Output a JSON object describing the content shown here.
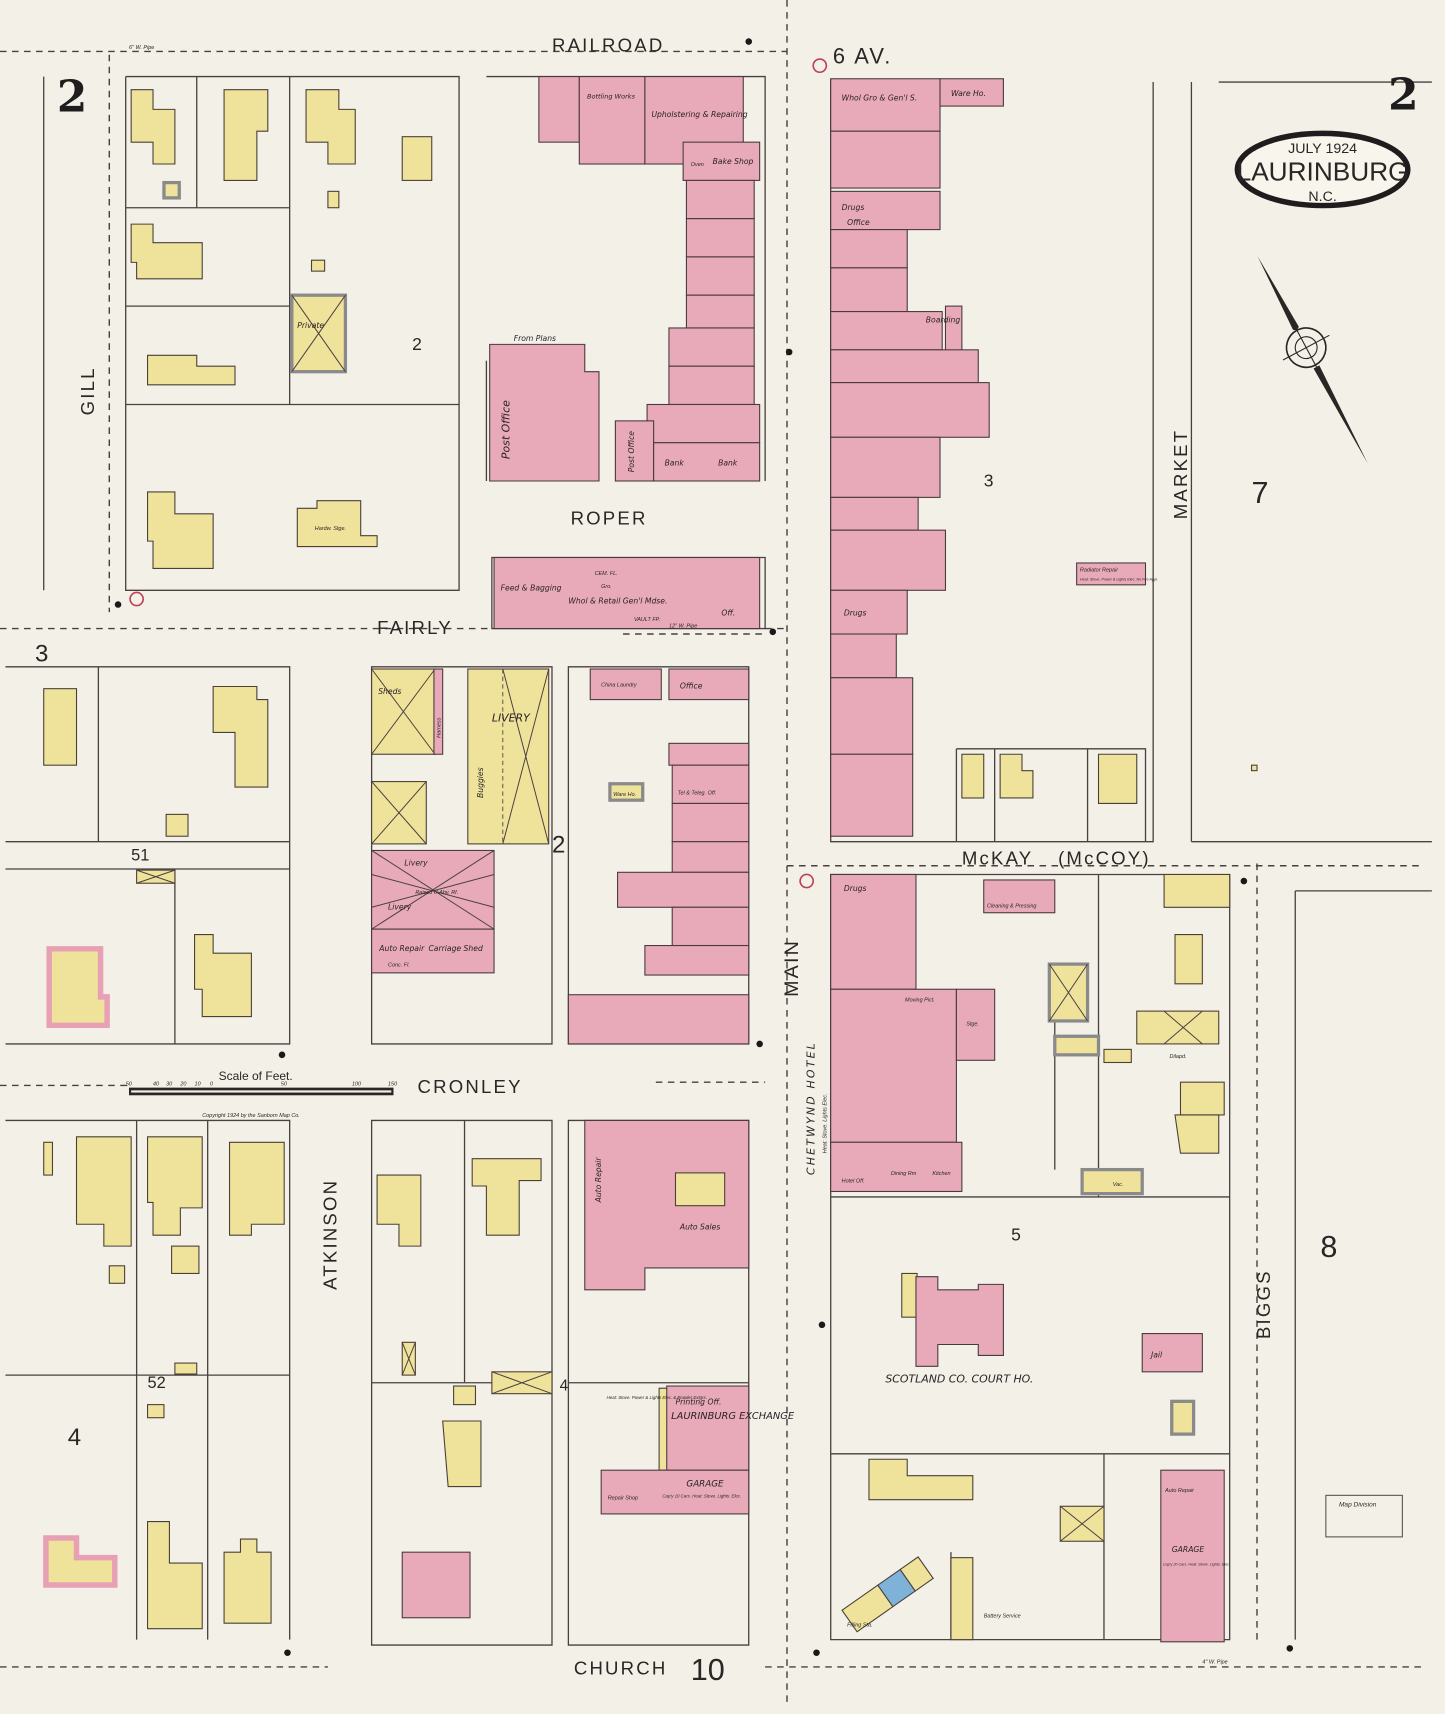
{
  "sheet_number": "2",
  "title": {
    "date": "JULY 1924",
    "city": "LAURINBURG",
    "state": "N.C."
  },
  "streets": {
    "railroad": "RAILROAD",
    "sixth_av": "6 AV.",
    "gill": "GILL",
    "roper": "ROPER",
    "fairly": "FAIRLY",
    "cronley": "CRONLEY",
    "atkinson": "ATKINSON",
    "main": "MAIN",
    "market": "MARKET",
    "mckay": "McKAY",
    "mccoy": "(McCOY)",
    "biggs": "BIGGS",
    "church": "CHURCH"
  },
  "blocks": {
    "b2a": "2",
    "b2b": "2",
    "b3": "3",
    "b3left": "3",
    "b4": "4",
    "b4b": "4",
    "b5": "5",
    "b7": "7",
    "b8": "8",
    "b10": "10",
    "b51": "51",
    "b52": "52"
  },
  "labels": {
    "upholstering": "Upholstering & Repairing",
    "bottling": "Bottling Works",
    "bake_shop": "Bake Shop",
    "oven": "Oven",
    "post_office": "Post Office",
    "post_office_2": "Post Office",
    "bank": "Bank",
    "bank2": "Bank",
    "from_plans": "From Plans",
    "feed": "Feed & Bagging",
    "whol_retail": "Whol & Retail Gen'l Mdse.",
    "gro": "Gro.",
    "cem_fl": "CEM. FL.",
    "vault": "VAULT FP.",
    "off": "Off.",
    "china_laundry": "China Laundry",
    "office": "Office",
    "tel": "Tel & Teleg. Off.",
    "ware_ho": "Ware Ho.",
    "sheds": "Sheds",
    "harness": "Harness",
    "livery": "LIVERY",
    "buggies": "Buggies",
    "livery2": "Livery",
    "livery3": "Livery",
    "raised": "Raised 6' Abv. Rf.",
    "auto_repair": "Auto Repair",
    "conc_fl": "Conc. Fl.",
    "carriage_shed": "Carriage Shed",
    "whol_gro": "Whol Gro & Gen'l S.",
    "drugs": "Drugs",
    "office2": "Office",
    "boarding": "Boarding",
    "radiator_repair": "Radiator Repair",
    "radiator_heat": "Heat: Stove. Power & Lights Elec. No Fire Appl.",
    "drugs2": "Drugs",
    "drugs3": "Drugs",
    "ware_ho2": "Ware Ho.",
    "private": "Private",
    "hardw_stge": "Hardw. Stge.",
    "cleaning": "Cleaning & Pressing",
    "moving_pict": "Moving Pict.",
    "stge": "Stge.",
    "chetwynd": "CHETWYND HOTEL",
    "hotel_heat": "Heat: Stove. Lights Elec.",
    "hotel_off": "Hotel Off.",
    "dining": "Dining Rm",
    "kitchen": "Kitchen",
    "auto_sales": "Auto Sales",
    "auto_repair2": "Auto Repair",
    "court_house": "SCOTLAND CO. COURT HO.",
    "jail": "Jail",
    "printing": "Printing Off.",
    "laurinburg_exchange": "LAURINBURG EXCHANGE",
    "exchange_heat": "Heat: Stove. Power & Lights Elec. & Powder Extgrs.",
    "garage": "GARAGE",
    "garage_cap": "Cap'y 10 Cars. Heat: Stove. Lights: Elec.",
    "repair_shop": "Repair Shop",
    "auto_repair3": "Auto Repair",
    "garage2": "GARAGE",
    "garage2_cap": "Cap'y 20 Cars. Heat: Stove. Lights: Elec.",
    "filling": "Filling Sta.",
    "battery": "Battery Service",
    "dilapd": "Dilapd.",
    "vac": "Vac.",
    "pipe_6": "6\" W. Pipe",
    "pipe_12": "12\" W. Pipe",
    "pipe_4": "4\" W. Pipe",
    "map_division": "Map Division"
  },
  "scale": {
    "title": "Scale of Feet.",
    "ticks": [
      "50",
      "40",
      "30",
      "20",
      "10",
      "0",
      "50",
      "100",
      "150"
    ]
  },
  "copyright": "Copyright 1924 by the Sanborn Map Co.",
  "legend_colors": {
    "brick": "#e8aab9",
    "frame": "#efe39c",
    "stone_concrete": "#7fb2d8",
    "paper": "#f3f1e7"
  }
}
